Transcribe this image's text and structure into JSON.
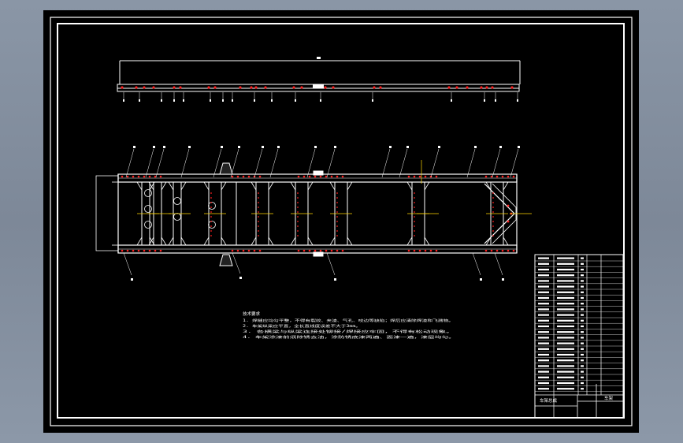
{
  "drawing": {
    "background": "#000000",
    "line_color": "#ffffff",
    "accent_red": "#ff2020",
    "accent_yellow": "#ffd700",
    "dimension_mark": "",
    "notes_heading": "技术要求",
    "notes": [
      "1. 焊缝应均匀平整，不得有裂纹、夹渣、气孔、咬边等缺陷；焊后应清除焊渣和飞溅物。",
      "2. 车架纵梁应平直，全长直线度误差不大于3mm。",
      "3. 各横梁与纵梁连接处铆接/焊接应牢固，不得有松动现象。",
      "4. 车架涂漆前须除锈去油，涂防锈底漆两遍、面漆一遍，漆层均匀。"
    ],
    "title_block": {
      "name": "车架总成",
      "label": "车架"
    }
  }
}
